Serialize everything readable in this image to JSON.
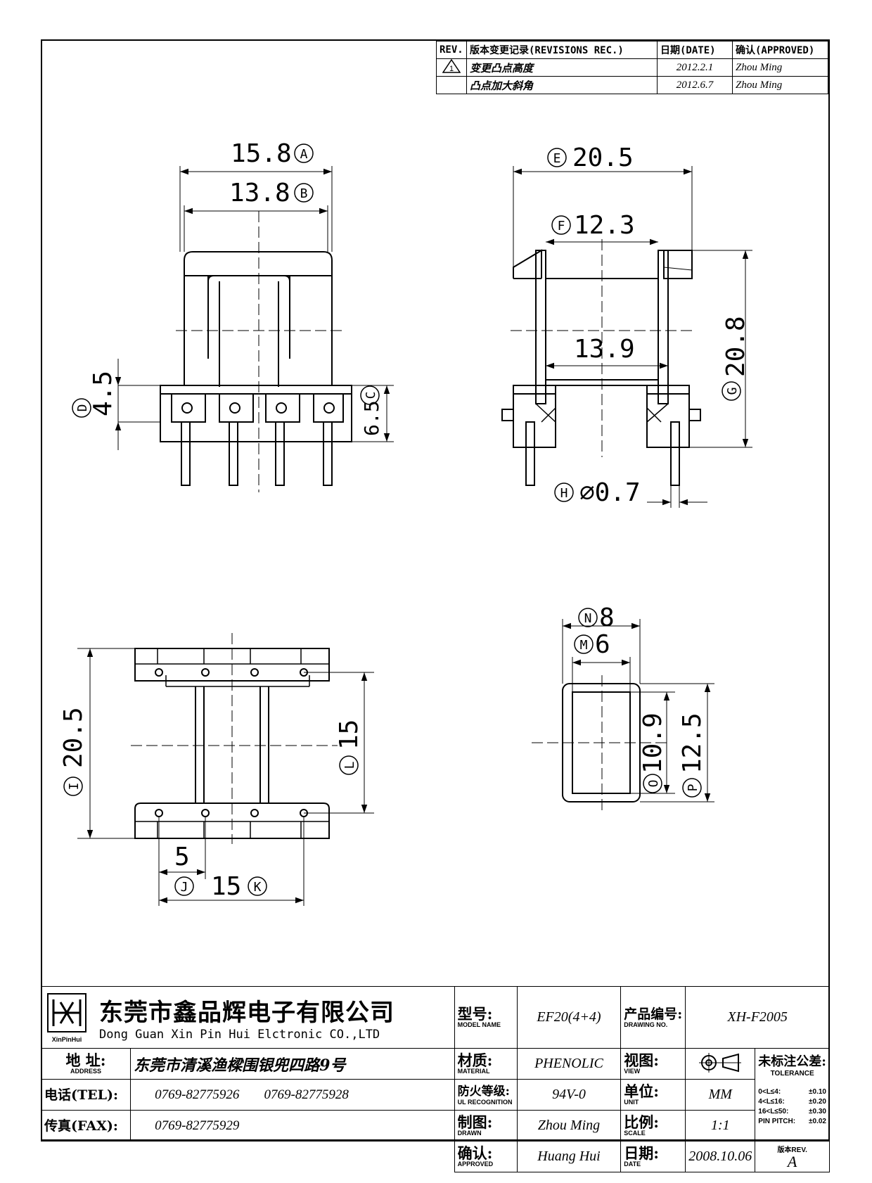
{
  "revisions": {
    "headers": {
      "rev": "REV.",
      "record": "版本变更记录(REVISIONS REC.)",
      "date": "日期(DATE)",
      "approved": "确认(APPROVED)"
    },
    "rows": [
      {
        "rev_mark": "1",
        "desc": "变更凸点高度",
        "date": "2012.2.1",
        "by": "Zhou Ming"
      },
      {
        "rev_mark": "",
        "desc": "凸点加大斜角",
        "date": "2012.6.7",
        "by": "Zhou Ming"
      }
    ]
  },
  "dims": {
    "A": {
      "value": "15.8",
      "tag": "A"
    },
    "B": {
      "value": "13.8",
      "tag": "B"
    },
    "C": {
      "value": "6.5",
      "tag": "C"
    },
    "D": {
      "value": "4.5",
      "tag": "D"
    },
    "E": {
      "value": "20.5",
      "tag": "E"
    },
    "F": {
      "value": "12.3",
      "tag": "F"
    },
    "G": {
      "value": "20.8",
      "tag": "G"
    },
    "H": {
      "value": "⌀0.7",
      "tag": "H"
    },
    "inner": {
      "value": "13.9"
    },
    "I": {
      "value": "20.5",
      "tag": "I"
    },
    "L": {
      "value": "15",
      "tag": "L"
    },
    "J": {
      "value": "5",
      "tag": "J"
    },
    "K": {
      "value": "15",
      "tag": "K"
    },
    "N": {
      "value": "8",
      "tag": "N"
    },
    "M": {
      "value": "6",
      "tag": "M"
    },
    "O": {
      "value": "10.9",
      "tag": "O"
    },
    "P": {
      "value": "12.5",
      "tag": "P"
    }
  },
  "title_block": {
    "logo_text": "XinPinHui",
    "company_cn": "东莞市鑫品辉电子有限公司",
    "company_en": "Dong Guan Xin Pin Hui Elctronic CO.,LTD",
    "address_label": "地  址:",
    "address_label_en": "ADDRESS",
    "address": "东莞市清溪渔樑围银兜四路9号",
    "tel_label": "电话(TEL):",
    "tel1": "0769-82775926",
    "tel2": "0769-82775928",
    "fax_label": "传真(FAX):",
    "fax": "0769-82775929",
    "model_label": "型号:",
    "model_label_en": "MODEL NAME",
    "model": "EF20(4+4)",
    "material_label": "材质:",
    "material_label_en": "MATERIAL",
    "material": "PHENOLIC",
    "fire_label": "防火等级:",
    "fire_label_en": "UL RECOGNITION",
    "fire": "94V-0",
    "drawn_label": "制图:",
    "drawn_label_en": "DRAWN",
    "drawn": "Zhou Ming",
    "approved_label": "确认:",
    "approved_label_en": "APPROVED",
    "approved": "Huang Hui",
    "drawing_no_label": "产品编号:",
    "drawing_no_label_en": "DRAWING NO.",
    "drawing_no": "XH-F2005",
    "view_label": "视图:",
    "view_label_en": "VIEW",
    "unit_label": "单位:",
    "unit_label_en": "UNIT",
    "unit": "MM",
    "scale_label": "比例:",
    "scale_label_en": "SCALE",
    "scale": "1:1",
    "date_label": "日期:",
    "date_label_en": "DATE",
    "date": "2008.10.06",
    "tolerance_title": "未标注公差:",
    "tolerance_title_en": "TOLERANCE",
    "tolerances": [
      {
        "range": "0<L≤4:",
        "value": "±0.10"
      },
      {
        "range": "4<L≤16:",
        "value": "±0.20"
      },
      {
        "range": "16<L≤50:",
        "value": "±0.30"
      },
      {
        "range": "PIN PITCH:",
        "value": "±0.02"
      }
    ],
    "rev_label": "版本REV.",
    "rev": "A"
  }
}
